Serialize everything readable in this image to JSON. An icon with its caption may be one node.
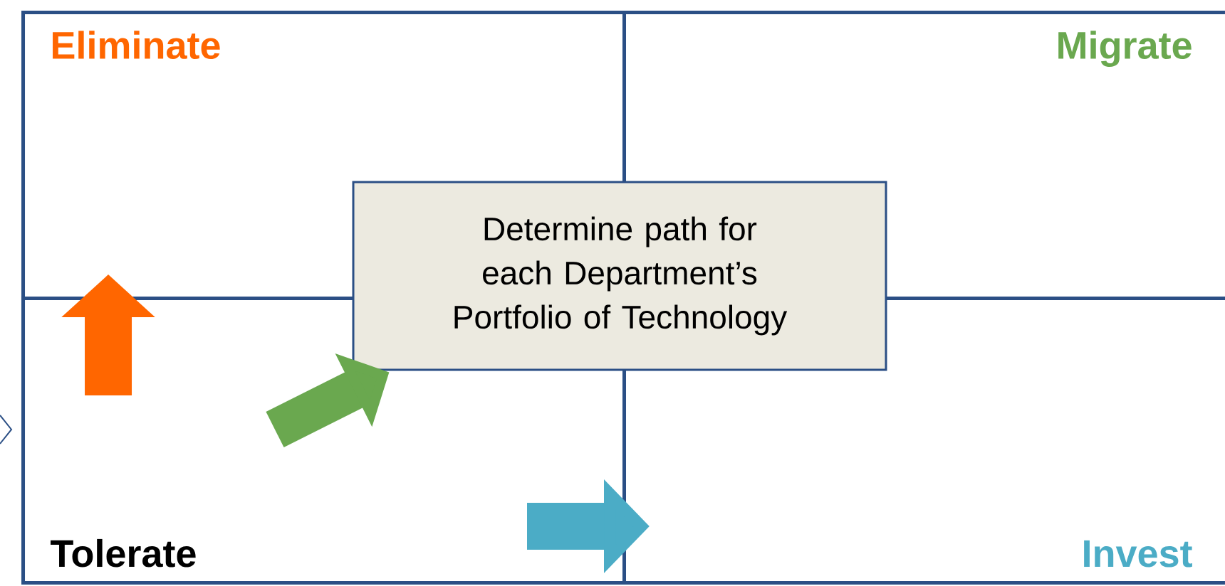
{
  "diagram": {
    "nodes": [
      {
        "text": [
          "Eliminate"
        ]
      },
      {
        "text": [
          "Migrate"
        ]
      },
      {
        "text": [
          "Tolerate"
        ]
      },
      {
        "text": [
          "Invest"
        ]
      },
      {
        "text": [
          "Determine path for each Department’s Portfolio of Technology"
        ]
      }
    ],
    "edges": [
      {
        "from": 2,
        "to": 0,
        "arrow": "to",
        "color": "#ff6600"
      },
      {
        "from": 2,
        "to": 4,
        "arrow": "to",
        "color": "#6aa84f"
      },
      {
        "from": 2,
        "to": 3,
        "arrow": "to",
        "color": "#4bacc6"
      }
    ]
  }
}
